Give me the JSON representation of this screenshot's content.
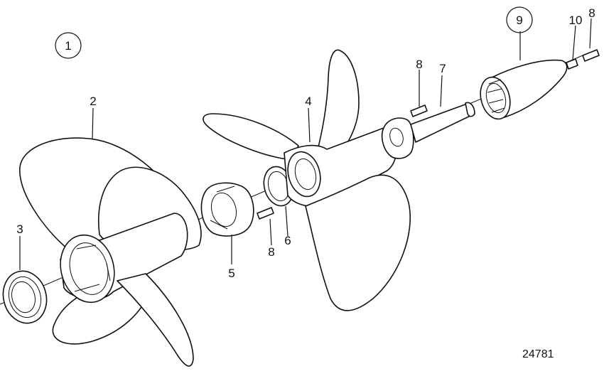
{
  "callouts": {
    "c1": "1",
    "c2": "2",
    "c3": "3",
    "c4": "4",
    "c5": "5",
    "c6": "6",
    "c7": "7",
    "c8a": "8",
    "c8b": "8",
    "c8c": "8",
    "c9": "9",
    "c10": "10"
  },
  "reference_number": "24781"
}
